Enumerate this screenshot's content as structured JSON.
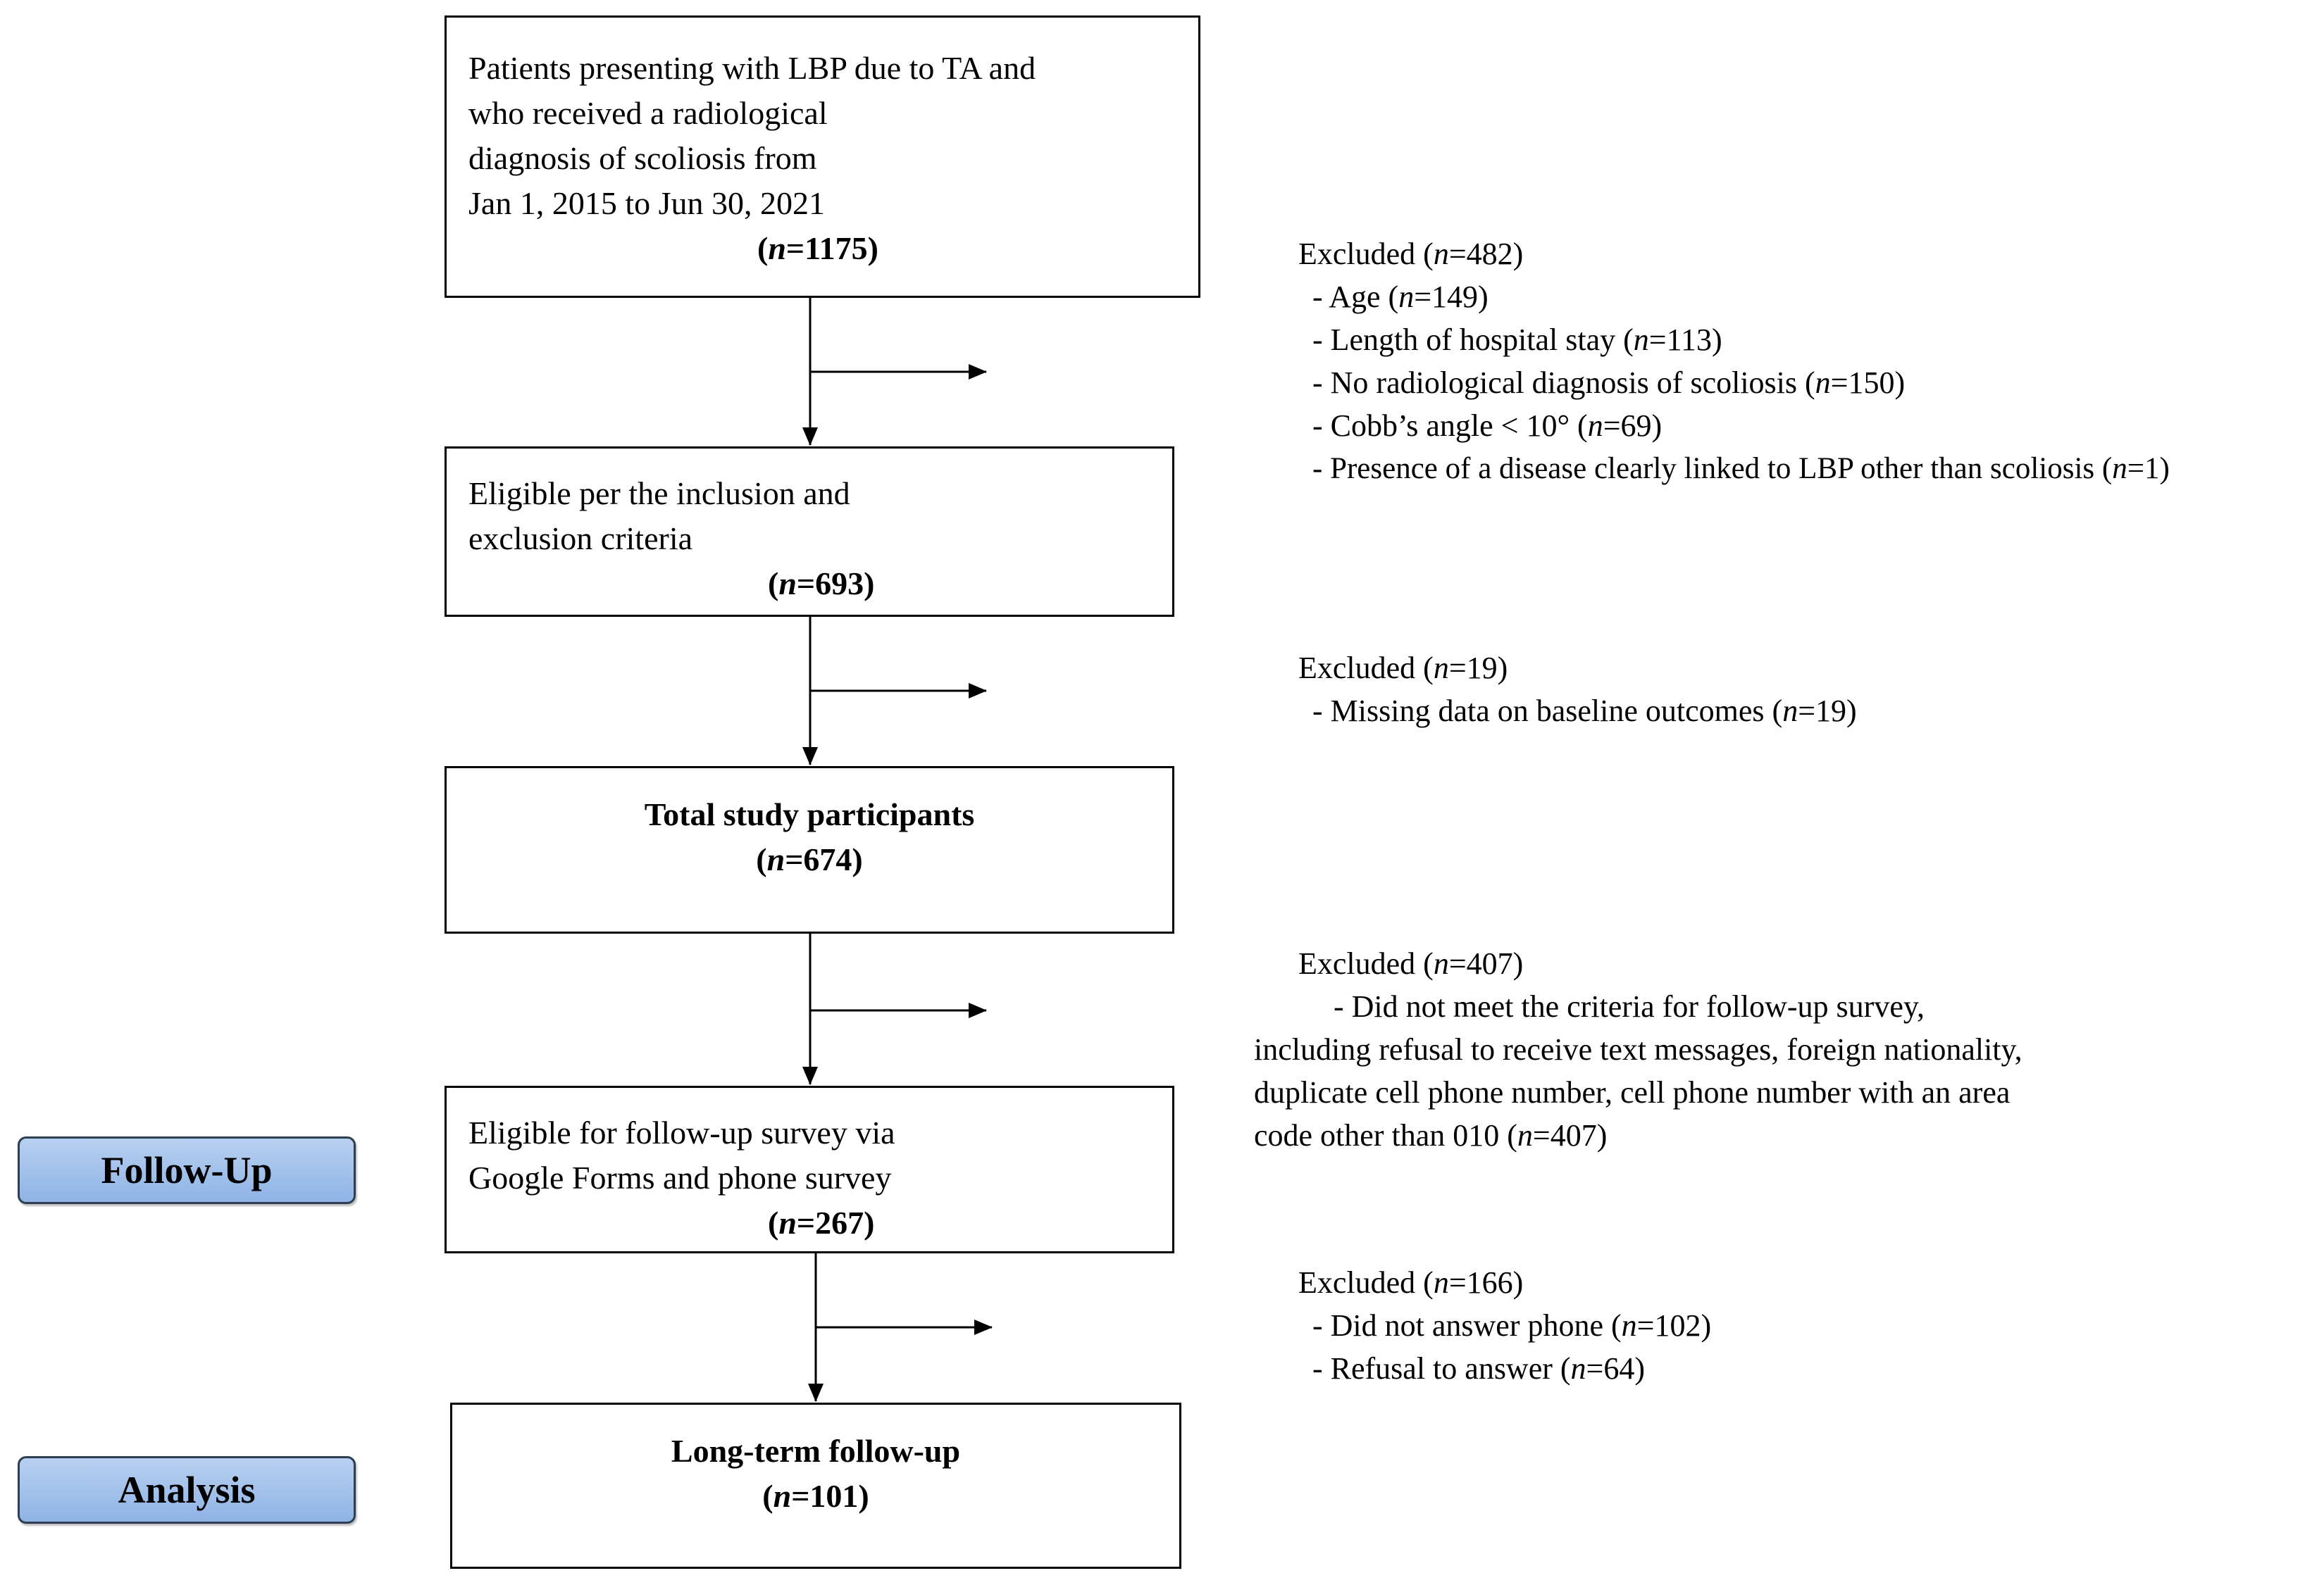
{
  "boxes": [
    {
      "lines": [
        "Patients presenting  with LBP due to TA and",
        "who received  a radiological",
        "diagnosis of scoliosis  from",
        "Jan 1, 2015  to Jun 30, 2021"
      ],
      "n_prefix": "(",
      "n_var": "n",
      "n_value": "=1175)"
    },
    {
      "lines": [
        "Eligible per the inclusion  and",
        "exclusion criteria"
      ],
      "n_prefix": "(",
      "n_var": "n",
      "n_value": "=693)"
    },
    {
      "title": "Total study participants",
      "n_prefix": "(",
      "n_var": "n",
      "n_value": "=674)"
    },
    {
      "lines": [
        "Eligible for follow-up survey  via",
        "Google Forms and phone survey"
      ],
      "n_prefix": "(",
      "n_var": "n",
      "n_value": "=267)"
    },
    {
      "title": "Long-term  follow-up",
      "n_prefix": "(",
      "n_var": "n",
      "n_value": "=101)"
    }
  ],
  "exclusions": [
    {
      "header": {
        "pre": "Excluded (",
        "var": "n",
        "post": "=482)"
      },
      "items": [
        {
          "pre": "- Age (",
          "var": "n",
          "post": "=149)"
        },
        {
          "pre": "- Length of hospital stay (",
          "var": "n",
          "post": "=113)"
        },
        {
          "pre": "- No  radiological  diagnosis of scoliosis  (",
          "var": "n",
          "post": "=150)"
        },
        {
          "pre": "- Cobb’s angle < 10° (",
          "var": "n",
          "post": "=69)"
        },
        {
          "pre": "- Presence of a disease clearly linked to LBP other than scoliosis (",
          "var": "n",
          "post": "=1)"
        }
      ]
    },
    {
      "header": {
        "pre": "Excluded (",
        "var": "n",
        "post": "=19)"
      },
      "items": [
        {
          "pre": "-  Missing  data on baseline outcomes (",
          "var": "n",
          "post": "=19)"
        }
      ]
    },
    {
      "header": {
        "pre": "Excluded (",
        "var": "n",
        "post": "=407)"
      },
      "items": [
        {
          "pre": "- Did not meet the criteria  for follow-up survey,",
          "var": "",
          "post": ""
        },
        {
          "pre": "including refusal to receive text messages, foreign nationality,",
          "var": "",
          "post": ""
        },
        {
          "pre": "duplicate cell phone number, cell phone number with an area",
          "var": "",
          "post": ""
        },
        {
          "pre": "code other than 010 (",
          "var": "n",
          "post": "=407)"
        }
      ]
    },
    {
      "header": {
        "pre": "Excluded (",
        "var": "n",
        "post": "=166)"
      },
      "items": [
        {
          "pre": "- Did not answer phone (",
          "var": "n",
          "post": "=102)"
        },
        {
          "pre": "- Refusal to answer (",
          "var": "n",
          "post": "=64)"
        }
      ]
    }
  ],
  "stages": [
    "Follow-Up",
    "Analysis"
  ]
}
